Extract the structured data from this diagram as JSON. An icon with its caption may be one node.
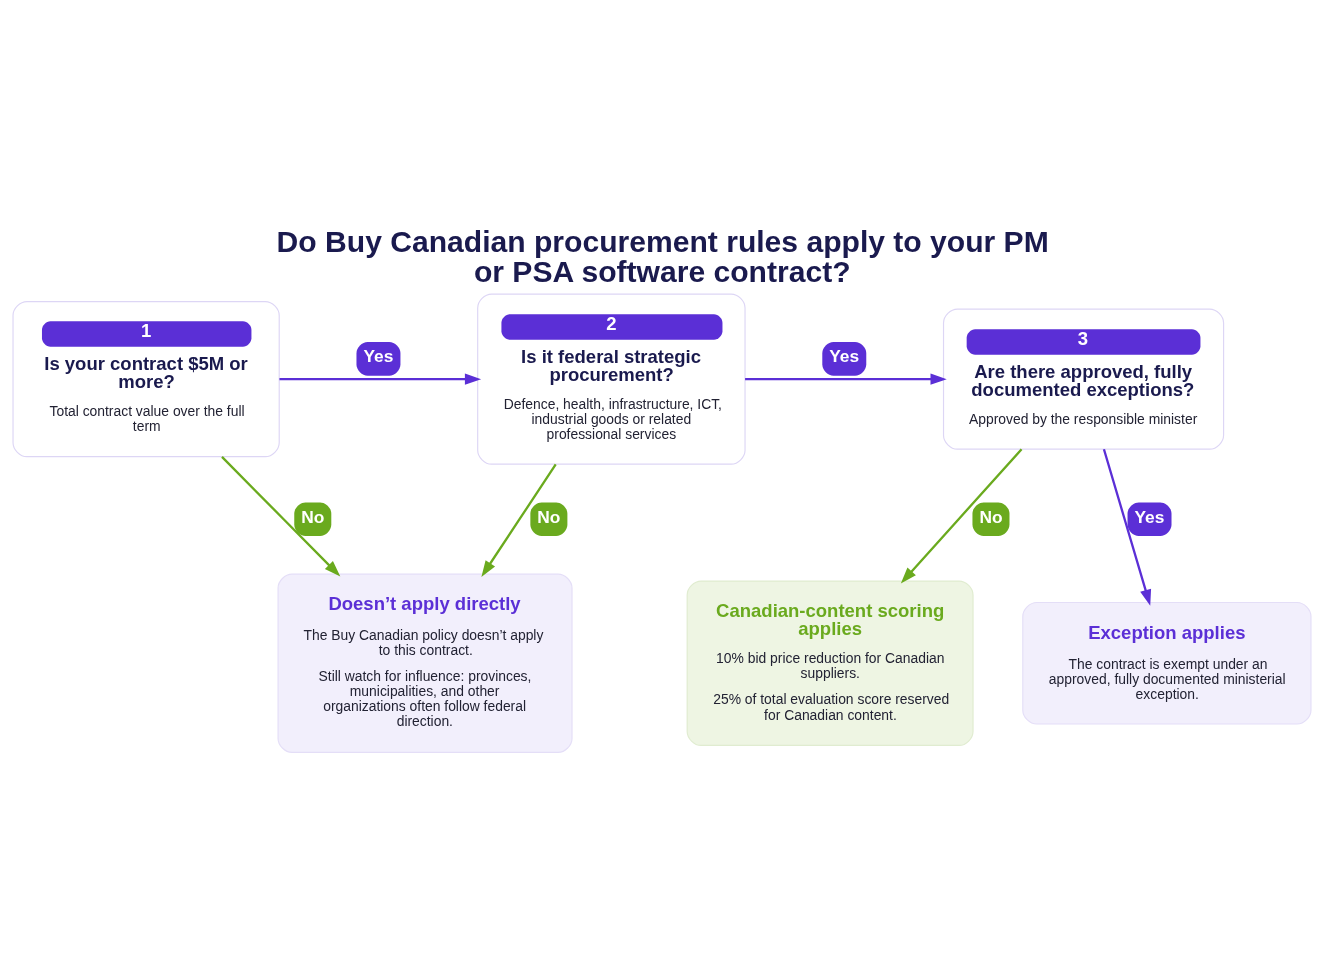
{
  "diagram": {
    "title": "Do Buy Canadian procurement rules apply to your PM or PSA software contract?",
    "nodes": [
      {
        "text": [
          "1",
          "Is your contract $5M or more?",
          "Total contract value over the full term"
        ]
      },
      {
        "text": [
          "2",
          "Is it federal strategic procurement?",
          "Defence, health, infrastructure, ICT, industrial goods or related professional services"
        ]
      },
      {
        "text": [
          "3",
          "Are there approved, fully documented exceptions?",
          "Approved by the responsible minister"
        ]
      },
      {
        "text": [
          "Doesn’t apply directly",
          "The Buy Canadian policy doesn’t apply to this contract.",
          "Still watch for influence: provinces, municipalities, and other organizations often follow federal direction."
        ]
      },
      {
        "text": [
          "Canadian-content scoring applies",
          "10% bid price reduction for Canadian suppliers.",
          "25% of total evaluation score reserved for Canadian content."
        ]
      },
      {
        "text": [
          "Exception applies",
          "The contract is exempt under an approved, fully documented ministerial exception."
        ]
      }
    ],
    "edges": [
      {
        "from": 0,
        "to": 1,
        "arrow": "to",
        "label": "Yes",
        "color": "#5b2fd6"
      },
      {
        "from": 1,
        "to": 2,
        "arrow": "to",
        "label": "Yes",
        "color": "#5b2fd6"
      },
      {
        "from": 2,
        "to": 5,
        "arrow": "to",
        "label": "Yes",
        "color": "#5b2fd6"
      },
      {
        "from": 0,
        "to": 3,
        "arrow": "to",
        "label": "No",
        "color": "#6aaa1e"
      },
      {
        "from": 1,
        "to": 3,
        "arrow": "to",
        "label": "No",
        "color": "#6aaa1e"
      },
      {
        "from": 2,
        "to": 4,
        "arrow": "to",
        "label": "No",
        "color": "#6aaa1e"
      }
    ]
  }
}
